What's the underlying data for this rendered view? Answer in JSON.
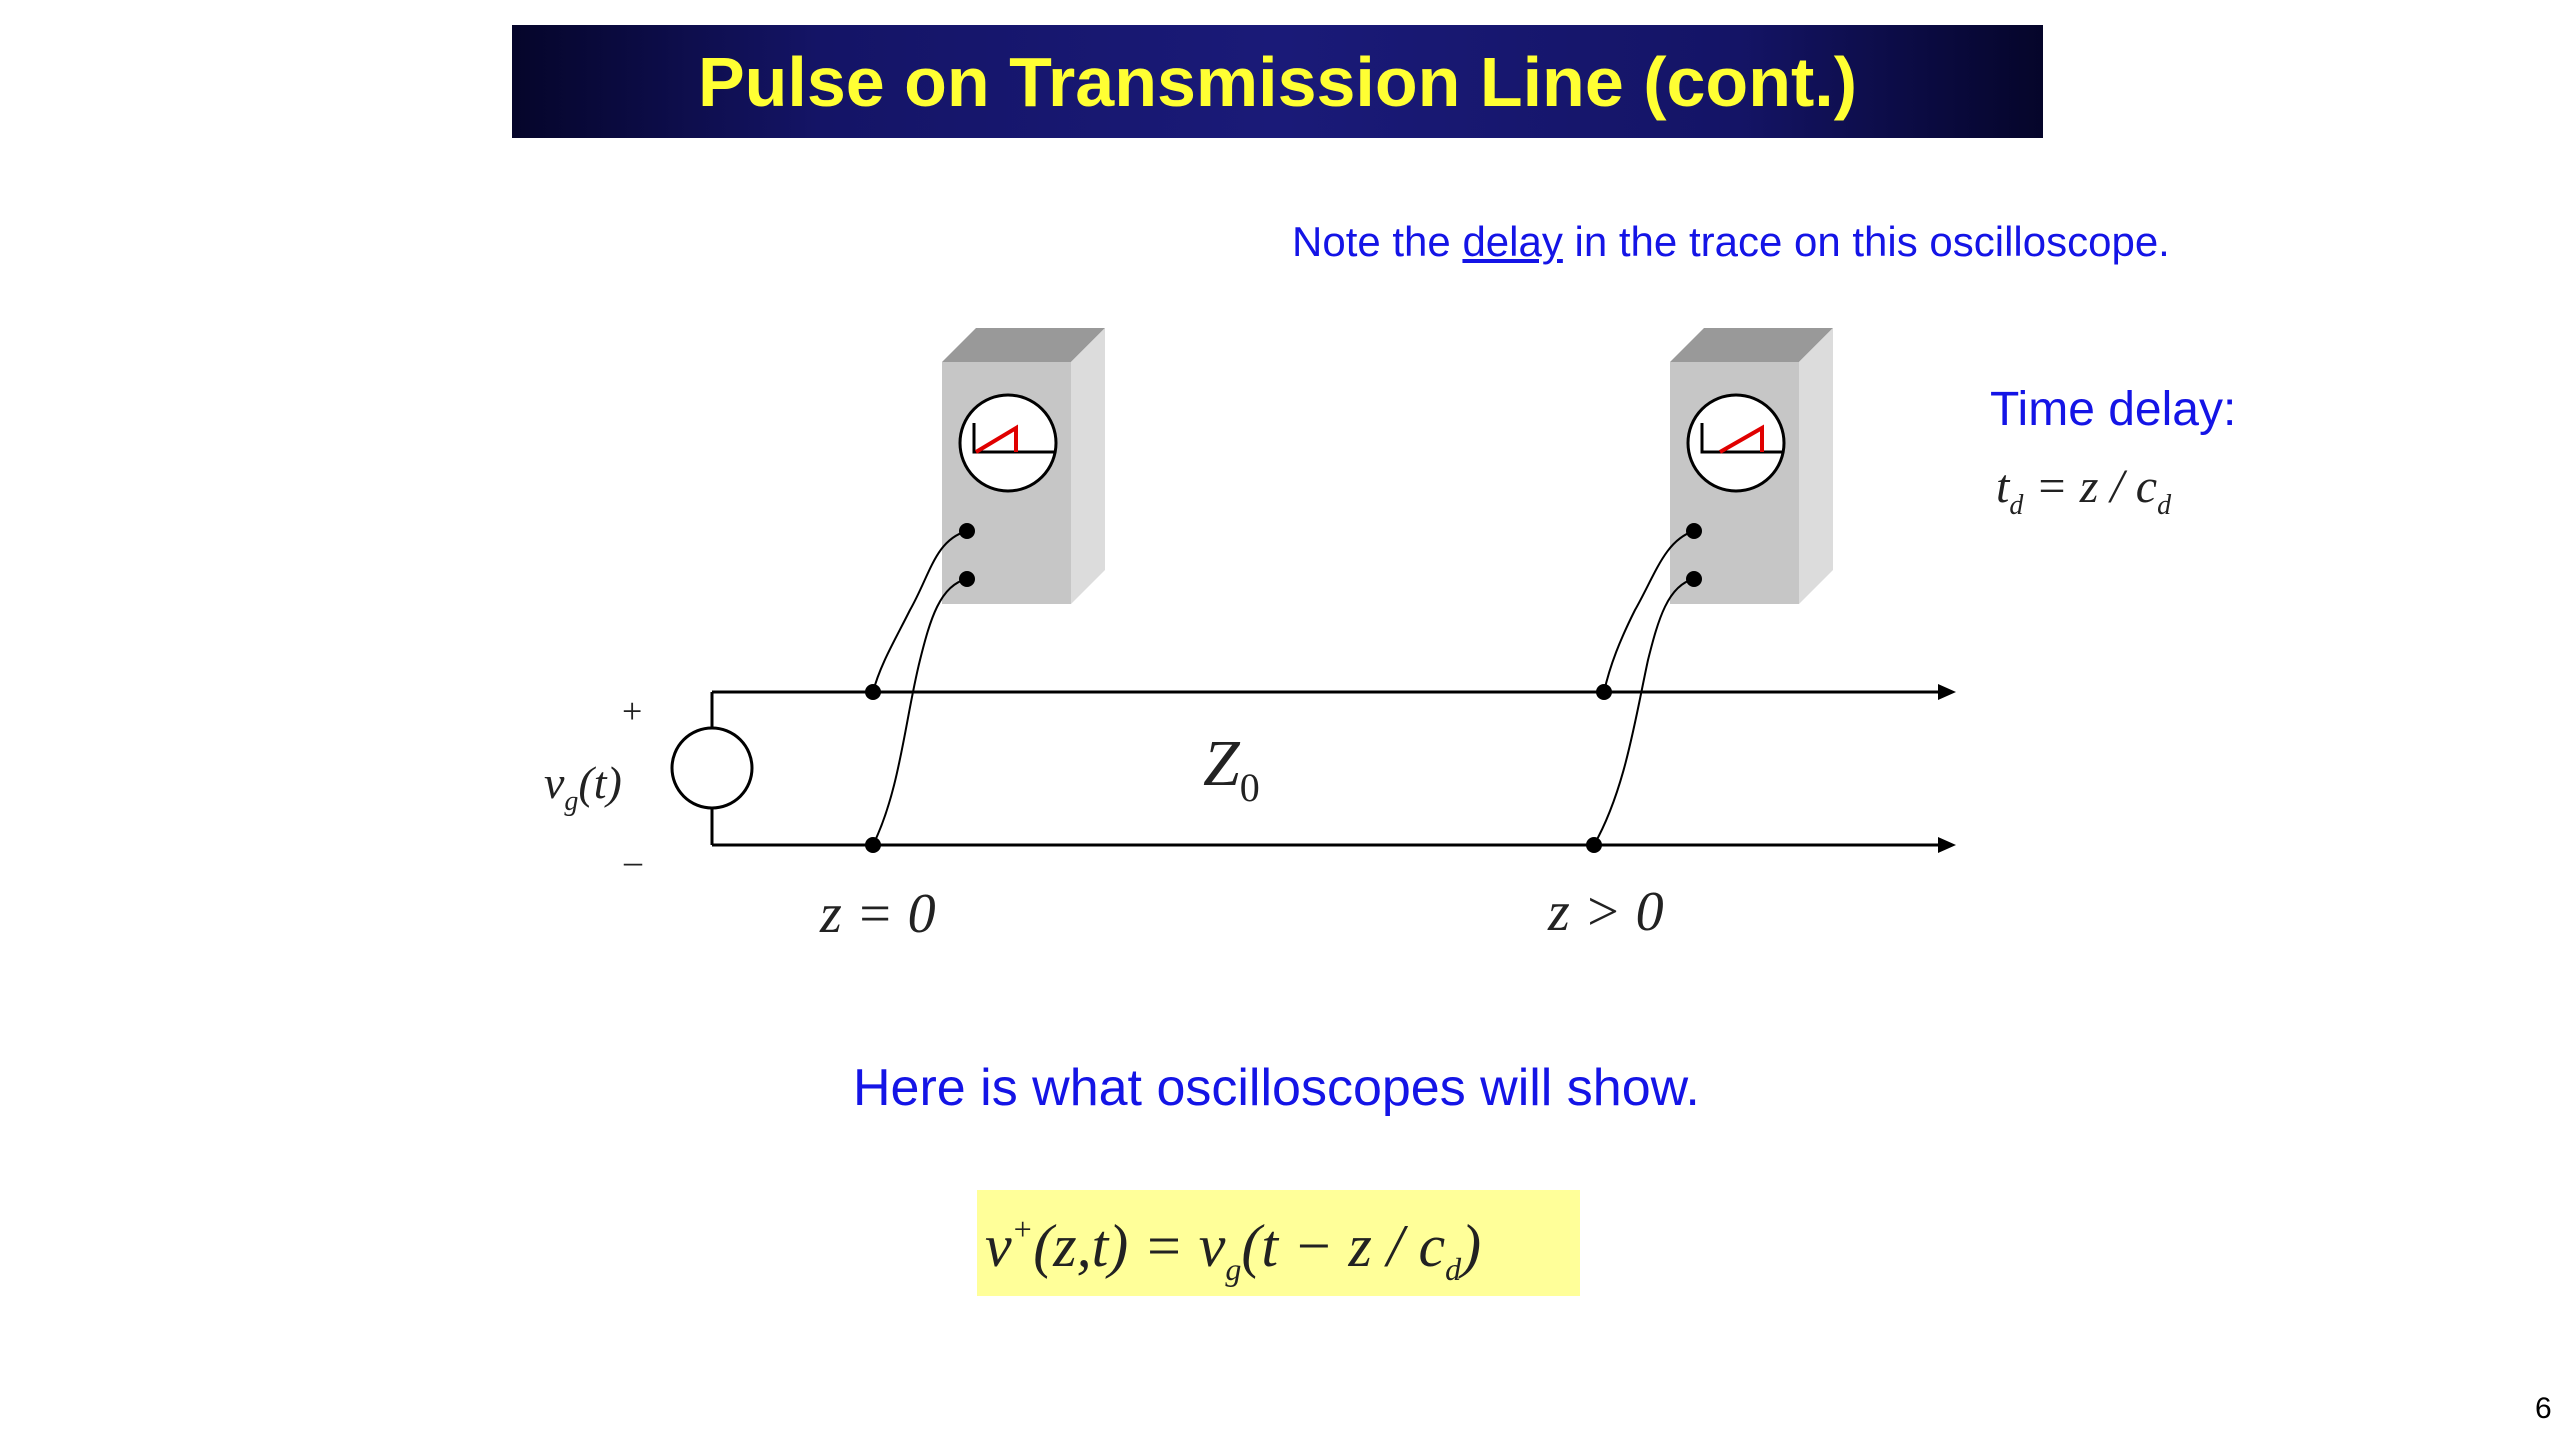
{
  "title": "Pulse on Transmission Line (cont.)",
  "note": {
    "prefix": "Note the ",
    "link": "delay",
    "suffix": " in the trace on this oscilloscope."
  },
  "time_delay": {
    "label": "Time delay:",
    "t": "t",
    "d1": "d",
    "eq": " = z / c",
    "d2": "d"
  },
  "source": {
    "plus": "+",
    "minus": "–",
    "v": "v",
    "g": "g",
    "t": "(t)"
  },
  "line": {
    "Z": "Z",
    "sub": "0"
  },
  "positions": {
    "left": "z = 0",
    "right": "z > 0"
  },
  "caption": "Here is what oscilloscopes will show.",
  "formula": {
    "v": "v",
    "sup": "+",
    "args": "(z,t) = v",
    "g": "g",
    "rest": "(t − z / c",
    "d": "d",
    "close": ")"
  },
  "page_number": "6",
  "colors": {
    "title_text": "#ffff33",
    "title_bg": "#141466",
    "accent_blue": "#1414e6",
    "formula_bg": "#ffff99",
    "trace_red": "#e00000"
  }
}
